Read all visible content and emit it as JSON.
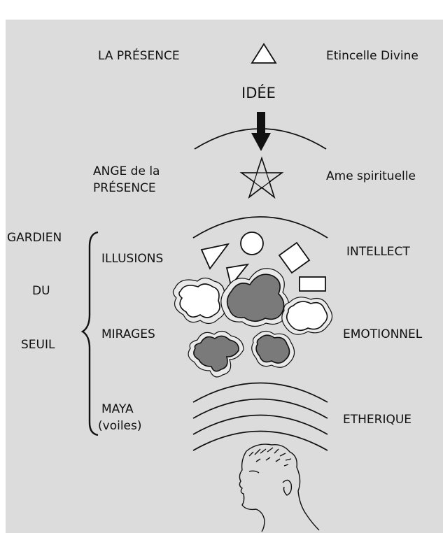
{
  "labels": {
    "presence": "LA PRÉSENCE",
    "divine_spark": "Etincelle Divine",
    "idea": "IDÉE",
    "angel_line1": "ANGE de  la",
    "angel_line2": "PRÉSENCE",
    "spiritual_soul": "Ame spirituelle",
    "guardian_line1": "GARDIEN",
    "guardian_line2": "DU",
    "guardian_line3": "SEUIL",
    "illusions": "ILLUSIONS",
    "mirages": "MIRAGES",
    "maya_line1": "MAYA",
    "maya_line2": "(voiles)",
    "intellect": "INTELLECT",
    "emotional": "EMOTIONNEL",
    "etheric": "ETHERIQUE"
  },
  "colors": {
    "background": "#dcdcdc",
    "ink": "#111111",
    "dark_blob": "#7a7a7a",
    "light_blob": "#ffffff"
  }
}
